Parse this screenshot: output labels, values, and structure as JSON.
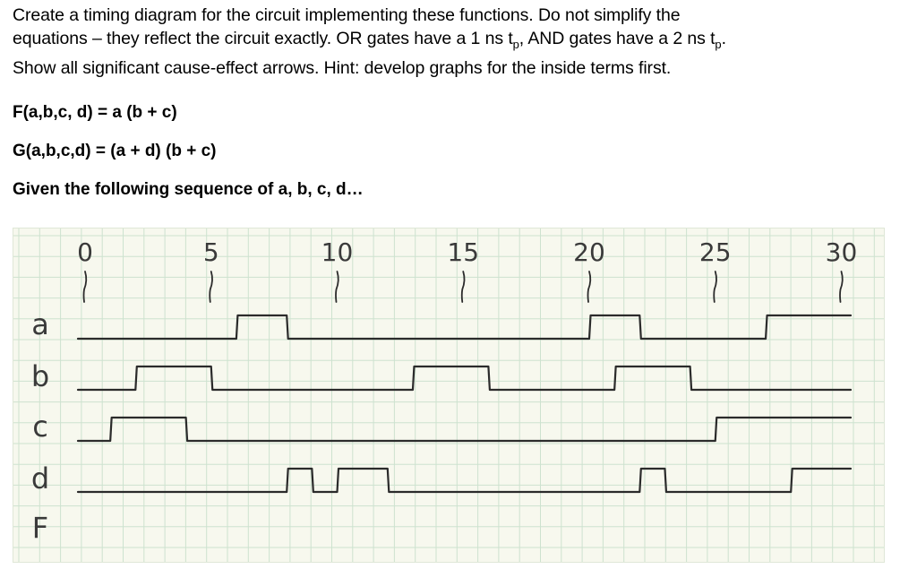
{
  "problem": {
    "intro_lines": [
      "Create a timing diagram for the circuit implementing these functions.  Do not simplify the",
      "equations – they reflect the circuit exactly.  OR gates have a 1 ns t",
      "Show all significant cause-effect arrows.  Hint: develop graphs for the inside terms first."
    ],
    "line2_mid": ", AND gates have a 2 ns t",
    "line2_end": ".",
    "tp_sub": "p",
    "eq_f": "F(a,b,c, d) = a (b + c)",
    "eq_g": "G(a,b,c,d) = (a + d) (b + c)",
    "given": "Given the following sequence of a, b, c, d…"
  },
  "diagram": {
    "time_labels": [
      "0",
      "5",
      "10",
      "15",
      "20",
      "25",
      "30"
    ],
    "signal_labels": [
      "a",
      "b",
      "c",
      "d",
      "F"
    ],
    "waveforms": {
      "a": [
        [
          0,
          0
        ],
        [
          6,
          1
        ],
        [
          8,
          0
        ],
        [
          20,
          1
        ],
        [
          22,
          0
        ],
        [
          27,
          1
        ]
      ],
      "b": [
        [
          0,
          0
        ],
        [
          2,
          1
        ],
        [
          5,
          0
        ],
        [
          13,
          1
        ],
        [
          16,
          0
        ],
        [
          21,
          1
        ],
        [
          24,
          0
        ]
      ],
      "c": [
        [
          0,
          0
        ],
        [
          1,
          1
        ],
        [
          4,
          0
        ],
        [
          25,
          1
        ]
      ],
      "d": [
        [
          0,
          0
        ],
        [
          8,
          1
        ],
        [
          9,
          0
        ],
        [
          10,
          1
        ],
        [
          12,
          0
        ],
        [
          22,
          1
        ],
        [
          23,
          0
        ],
        [
          28,
          1
        ]
      ]
    },
    "colors": {
      "paper": "#f7f8ee",
      "grid": "#cde2cf",
      "pencil": "#2b2b2b"
    }
  }
}
